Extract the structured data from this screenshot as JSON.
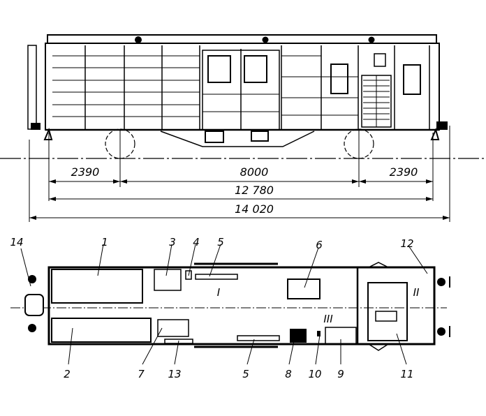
{
  "side_view": {
    "dimensions": {
      "left_overhang": "2390",
      "bogie_centers": "8000",
      "right_overhang": "2390",
      "body_length": "12 780",
      "overall_length": "14 020"
    }
  },
  "plan_view": {
    "callouts": [
      "14",
      "1",
      "3",
      "4",
      "5",
      "6",
      "12",
      "2",
      "7",
      "13",
      "5",
      "8",
      "10",
      "9",
      "11"
    ],
    "zones": [
      "I",
      "II",
      "III"
    ]
  }
}
